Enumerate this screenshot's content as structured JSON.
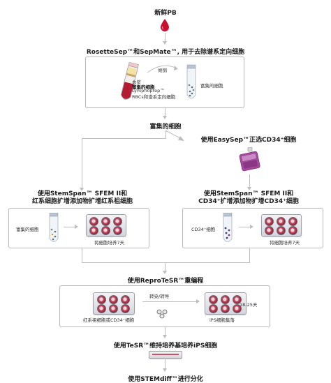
{
  "steps": {
    "start": "新鲜PB",
    "isolate": "RosetteSep™和SepMate™, 用于去除谱系定向细胞",
    "enriched": "富集的细胞",
    "easysep": "使用EasySep™正选CD34⁺细胞",
    "expand_left": [
      "使用StemSpan™ SFEM II和",
      "红系细胞扩增添加物扩增红系祖细胞"
    ],
    "expand_right": [
      "使用StemSpan™ SFEM II和",
      "CD34⁺扩增添加物扩增CD34⁺细胞"
    ],
    "reprogram": "使用ReproTeSR™重编程",
    "maintain": "使用TeSR™维持培养基培养iPS细胞",
    "differentiate": "使用STEMdiff™进行分化"
  },
  "box1": {
    "tilt": "倾倒",
    "layers": [
      "血浆",
      "富集的细胞",
      "Lymphoprep™",
      "RBCs和谱系定向细胞"
    ],
    "enriched_cells": "富集的细胞"
  },
  "box_left": {
    "enriched_cells": "富集的细胞",
    "culture": "将细胞培养7天"
  },
  "box_right": {
    "cd34": "CD34⁺细胞",
    "culture": "将细胞培养7天"
  },
  "box_bottom": {
    "transfect": "转染/转导",
    "days": "18-25天",
    "source": "红系祖细胞或CD34⁺细胞",
    "colonies": "iPS细胞集落"
  },
  "colors": {
    "blood": "#c8102e",
    "easysep": "#a64aa0",
    "connector": "#bdbdbd"
  }
}
